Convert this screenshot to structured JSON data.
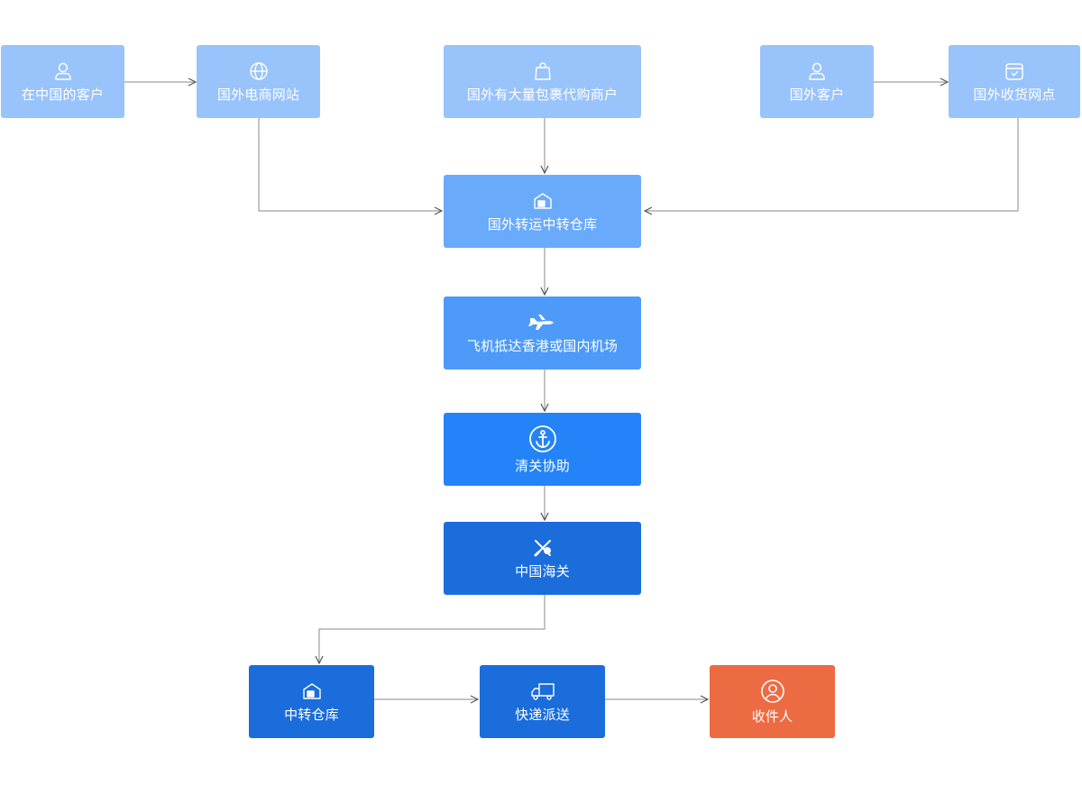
{
  "colors": {
    "tier1": "#99c3fb",
    "tier2": "#6aaafb",
    "tier3": "#4d9af8",
    "tier4": "#2483f8",
    "tier5": "#1a6ddb",
    "receiver": "#ed6b42",
    "connector": "#888888"
  },
  "nodes": {
    "china_customer": {
      "label": "在中国的客户",
      "icon": "user-icon"
    },
    "foreign_ecommerce": {
      "label": "国外电商网站",
      "icon": "globe-icon"
    },
    "foreign_merchant": {
      "label": "国外有大量包裹代购商户",
      "icon": "shopping-bag-icon"
    },
    "foreign_customer": {
      "label": "国外客户",
      "icon": "user-icon"
    },
    "foreign_pickup_point": {
      "label": "国外收货网点",
      "icon": "package-check-icon"
    },
    "transit_warehouse_abroad": {
      "label": "国外转运中转仓库",
      "icon": "warehouse-icon"
    },
    "flight_arrival": {
      "label": "飞机抵达香港或国内机场",
      "icon": "airplane-icon"
    },
    "customs_assist": {
      "label": "清关协助",
      "icon": "anchor-icon"
    },
    "china_customs": {
      "label": "中国海关",
      "icon": "customs-tools-icon"
    },
    "transit_warehouse": {
      "label": "中转仓库",
      "icon": "warehouse-icon"
    },
    "express_delivery": {
      "label": "快递派送",
      "icon": "truck-icon"
    },
    "receiver": {
      "label": "收件人",
      "icon": "person-circle-icon"
    }
  }
}
